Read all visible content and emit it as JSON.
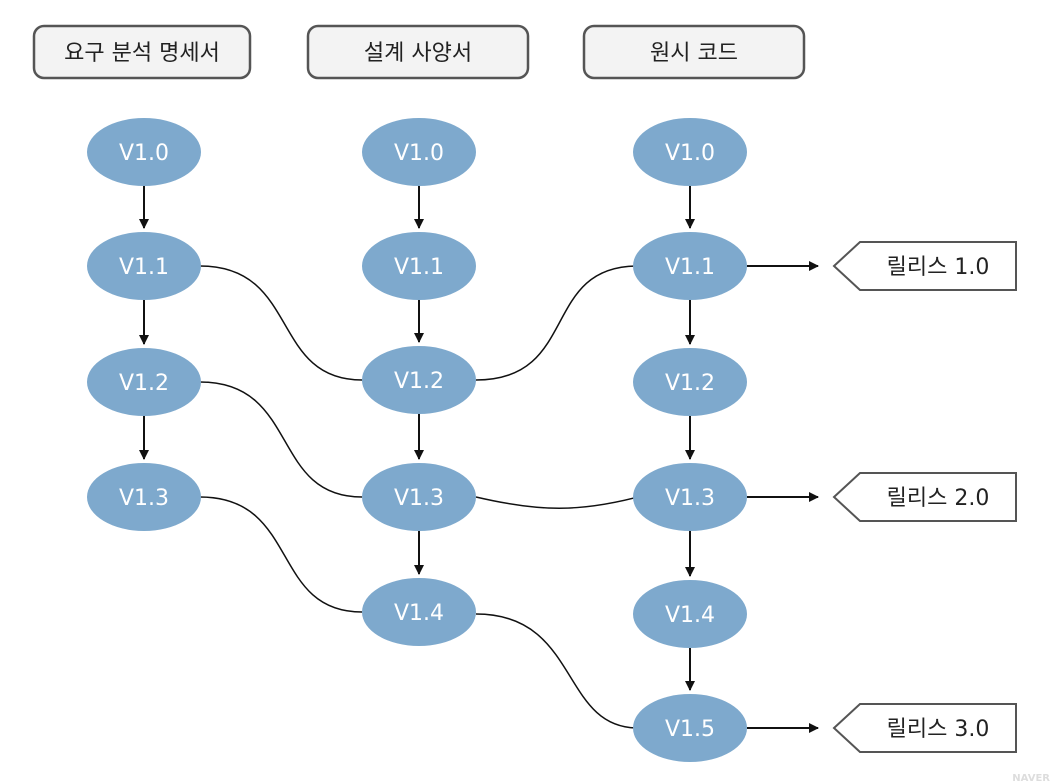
{
  "columns": [
    {
      "title": "요구 분석 명세서",
      "versions": [
        "V1.0",
        "V1.1",
        "V1.2",
        "V1.3"
      ]
    },
    {
      "title": "설계 사양서",
      "versions": [
        "V1.0",
        "V1.1",
        "V1.2",
        "V1.3",
        "V1.4"
      ]
    },
    {
      "title": "원시 코드",
      "versions": [
        "V1.0",
        "V1.1",
        "V1.2",
        "V1.3",
        "V1.4",
        "V1.5"
      ]
    }
  ],
  "cross_links": [
    {
      "from": "요구 분석 명세서 V1.1",
      "to": "설계 사양서 V1.2"
    },
    {
      "from": "요구 분석 명세서 V1.2",
      "to": "설계 사양서 V1.3"
    },
    {
      "from": "요구 분석 명세서 V1.3",
      "to": "설계 사양서 V1.4"
    },
    {
      "from": "설계 사양서 V1.2",
      "to": "원시 코드 V1.1"
    },
    {
      "from": "설계 사양서 V1.3",
      "to": "원시 코드 V1.3"
    },
    {
      "from": "설계 사양서 V1.4",
      "to": "원시 코드 V1.5"
    }
  ],
  "releases": [
    {
      "label": "릴리스 1.0",
      "source": "원시 코드 V1.1"
    },
    {
      "label": "릴리스 2.0",
      "source": "원시 코드 V1.3"
    },
    {
      "label": "릴리스 3.0",
      "source": "원시 코드 V1.5"
    }
  ],
  "watermark": "NAVER",
  "colors": {
    "node_fill": "#7ea9cd",
    "node_text": "#ffffff",
    "header_fill": "#f3f3f3",
    "header_border": "#555555",
    "line": "#111111"
  }
}
